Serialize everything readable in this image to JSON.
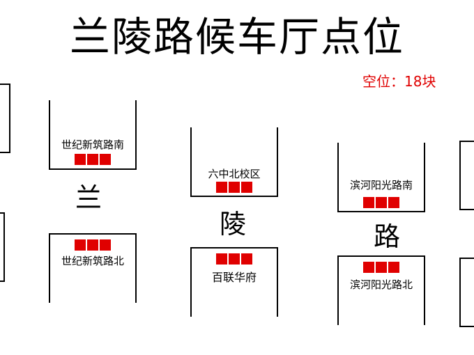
{
  "title": "兰陵路候车厅点位",
  "vacancy": "空位：18块",
  "road_chars": [
    "兰",
    "陵",
    "路"
  ],
  "stops": [
    {
      "label": "世纪新筑路南",
      "slots": 3
    },
    {
      "label": "世纪新筑路北",
      "slots": 3
    },
    {
      "label": "六中北校区",
      "slots": 3
    },
    {
      "label": "百联华府",
      "slots": 3
    },
    {
      "label": "滨河阳光路南",
      "slots": 3
    },
    {
      "label": "滨河阳光路北",
      "slots": 3
    }
  ],
  "colors": {
    "slot": "#e00000",
    "vacancy_text": "#e00000",
    "outline": "#000000"
  }
}
